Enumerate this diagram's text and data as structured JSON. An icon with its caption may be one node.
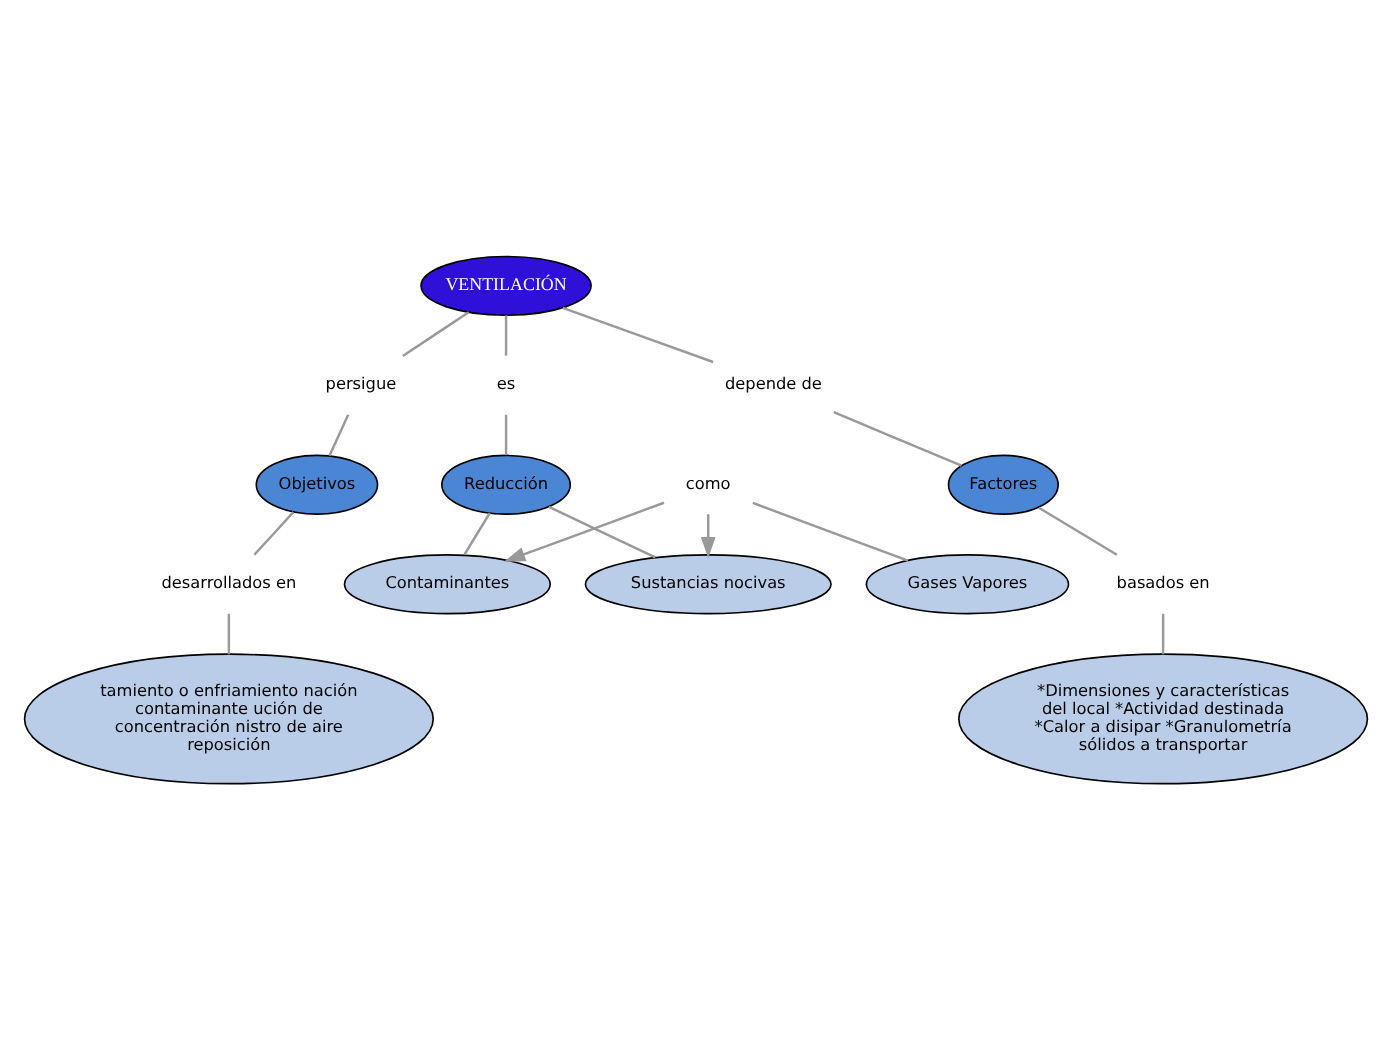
{
  "diagram": {
    "nodes": [
      {
        "text": [
          "VENTILACIÓN"
        ]
      },
      {
        "text": [
          "persigue"
        ]
      },
      {
        "text": [
          "es"
        ]
      },
      {
        "text": [
          "depende de"
        ]
      },
      {
        "text": [
          "Objetivos"
        ]
      },
      {
        "text": [
          "Reducción"
        ]
      },
      {
        "text": [
          "Factores"
        ]
      },
      {
        "text": [
          "desarrollados en"
        ]
      },
      {
        "text": [
          "Sustancias nocivas"
        ]
      },
      {
        "text": [
          "Contaminantes"
        ]
      },
      {
        "text": [
          "basados en"
        ]
      },
      {
        "text": [
          "tamiento o enfriamiento nación contaminante ución de concentración nistro de aire reposición"
        ]
      },
      {
        "text": [
          "como"
        ]
      },
      {
        "text": [
          "Gases Vapores"
        ]
      },
      {
        "text": [
          "*Dimensiones y características del local *Actividad destinada *Calor a disipar *Granulometría sólidos a transportar"
        ]
      }
    ],
    "edges": [
      {
        "from": 0,
        "to": 1,
        "arrow": "none"
      },
      {
        "from": 1,
        "to": 4,
        "arrow": "none"
      },
      {
        "from": 0,
        "to": 2,
        "arrow": "none"
      },
      {
        "from": 2,
        "to": 5,
        "arrow": "none"
      },
      {
        "from": 0,
        "to": 3,
        "arrow": "none"
      },
      {
        "from": 3,
        "to": 6,
        "arrow": "none"
      },
      {
        "from": 4,
        "to": 7,
        "arrow": "none"
      },
      {
        "from": 7,
        "to": 11,
        "arrow": "none"
      },
      {
        "from": 5,
        "to": 8,
        "arrow": "none"
      },
      {
        "from": 5,
        "to": 9,
        "arrow": "none"
      },
      {
        "from": 6,
        "to": 10,
        "arrow": "none"
      },
      {
        "from": 10,
        "to": 14,
        "arrow": "none"
      },
      {
        "from": 12,
        "to": 8,
        "arrow": "to"
      },
      {
        "from": 12,
        "to": 9,
        "arrow": "to"
      },
      {
        "from": 12,
        "to": 13,
        "arrow": "none"
      }
    ]
  }
}
